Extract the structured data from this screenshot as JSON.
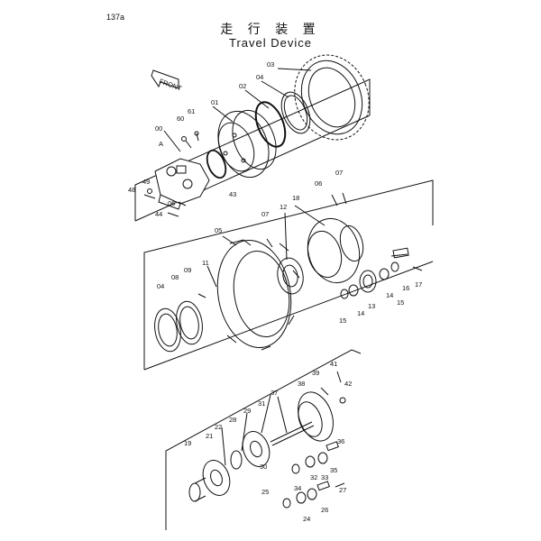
{
  "header": {
    "page_number": "137a",
    "title_native": "走 行 装 置",
    "title_english": "Travel Device"
  },
  "front_label": "FRONT",
  "callouts": {
    "group1": [
      "03",
      "04",
      "02",
      "01",
      "61",
      "60",
      "00",
      "A",
      "49",
      "48",
      "43",
      "06",
      "44"
    ],
    "group2": [
      "07",
      "06",
      "18",
      "12",
      "07",
      "05",
      "09",
      "08",
      "04",
      "11",
      "17",
      "16",
      "14",
      "15",
      "14",
      "13",
      "15"
    ],
    "group3": [
      "41",
      "39",
      "42",
      "38",
      "37",
      "31",
      "29",
      "28",
      "22",
      "21",
      "19",
      "36",
      "35",
      "33",
      "32",
      "34",
      "30",
      "25",
      "24",
      "26",
      "27"
    ]
  }
}
